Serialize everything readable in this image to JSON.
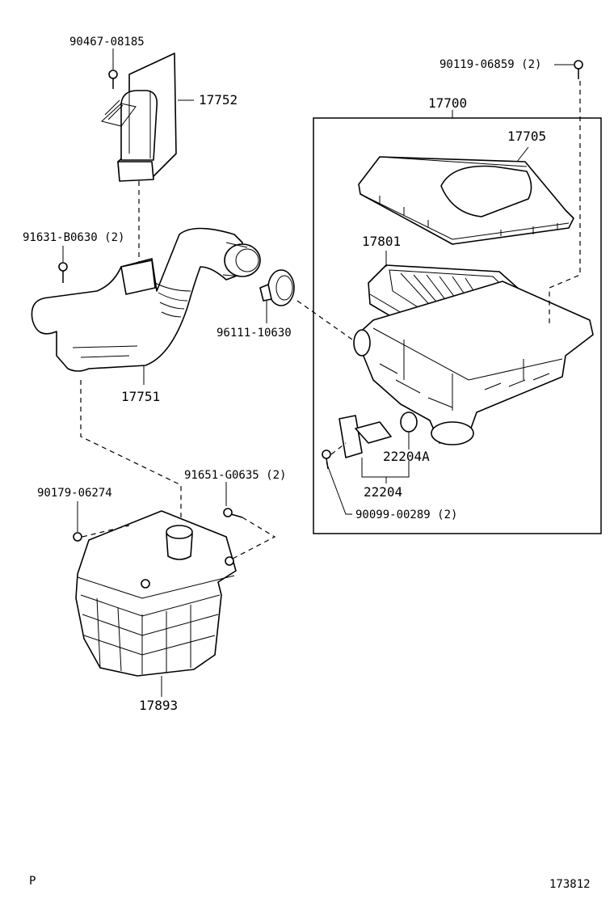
{
  "labels": {
    "p_90467": "90467-08185",
    "p_17752": "17752",
    "p_90119": "90119-06859 (2)",
    "p_17700": "17700",
    "p_17705": "17705",
    "p_91631": "91631-B0630 (2)",
    "p_17801": "17801",
    "p_96111": "96111-10630",
    "p_17751": "17751",
    "p_22204A": "22204A",
    "p_22204": "22204",
    "p_91651": "91651-G0635 (2)",
    "p_90179": "90179-06274",
    "p_90099": "90099-00289 (2)",
    "p_17893": "17893",
    "corner_left": "P",
    "corner_right": "173812"
  }
}
